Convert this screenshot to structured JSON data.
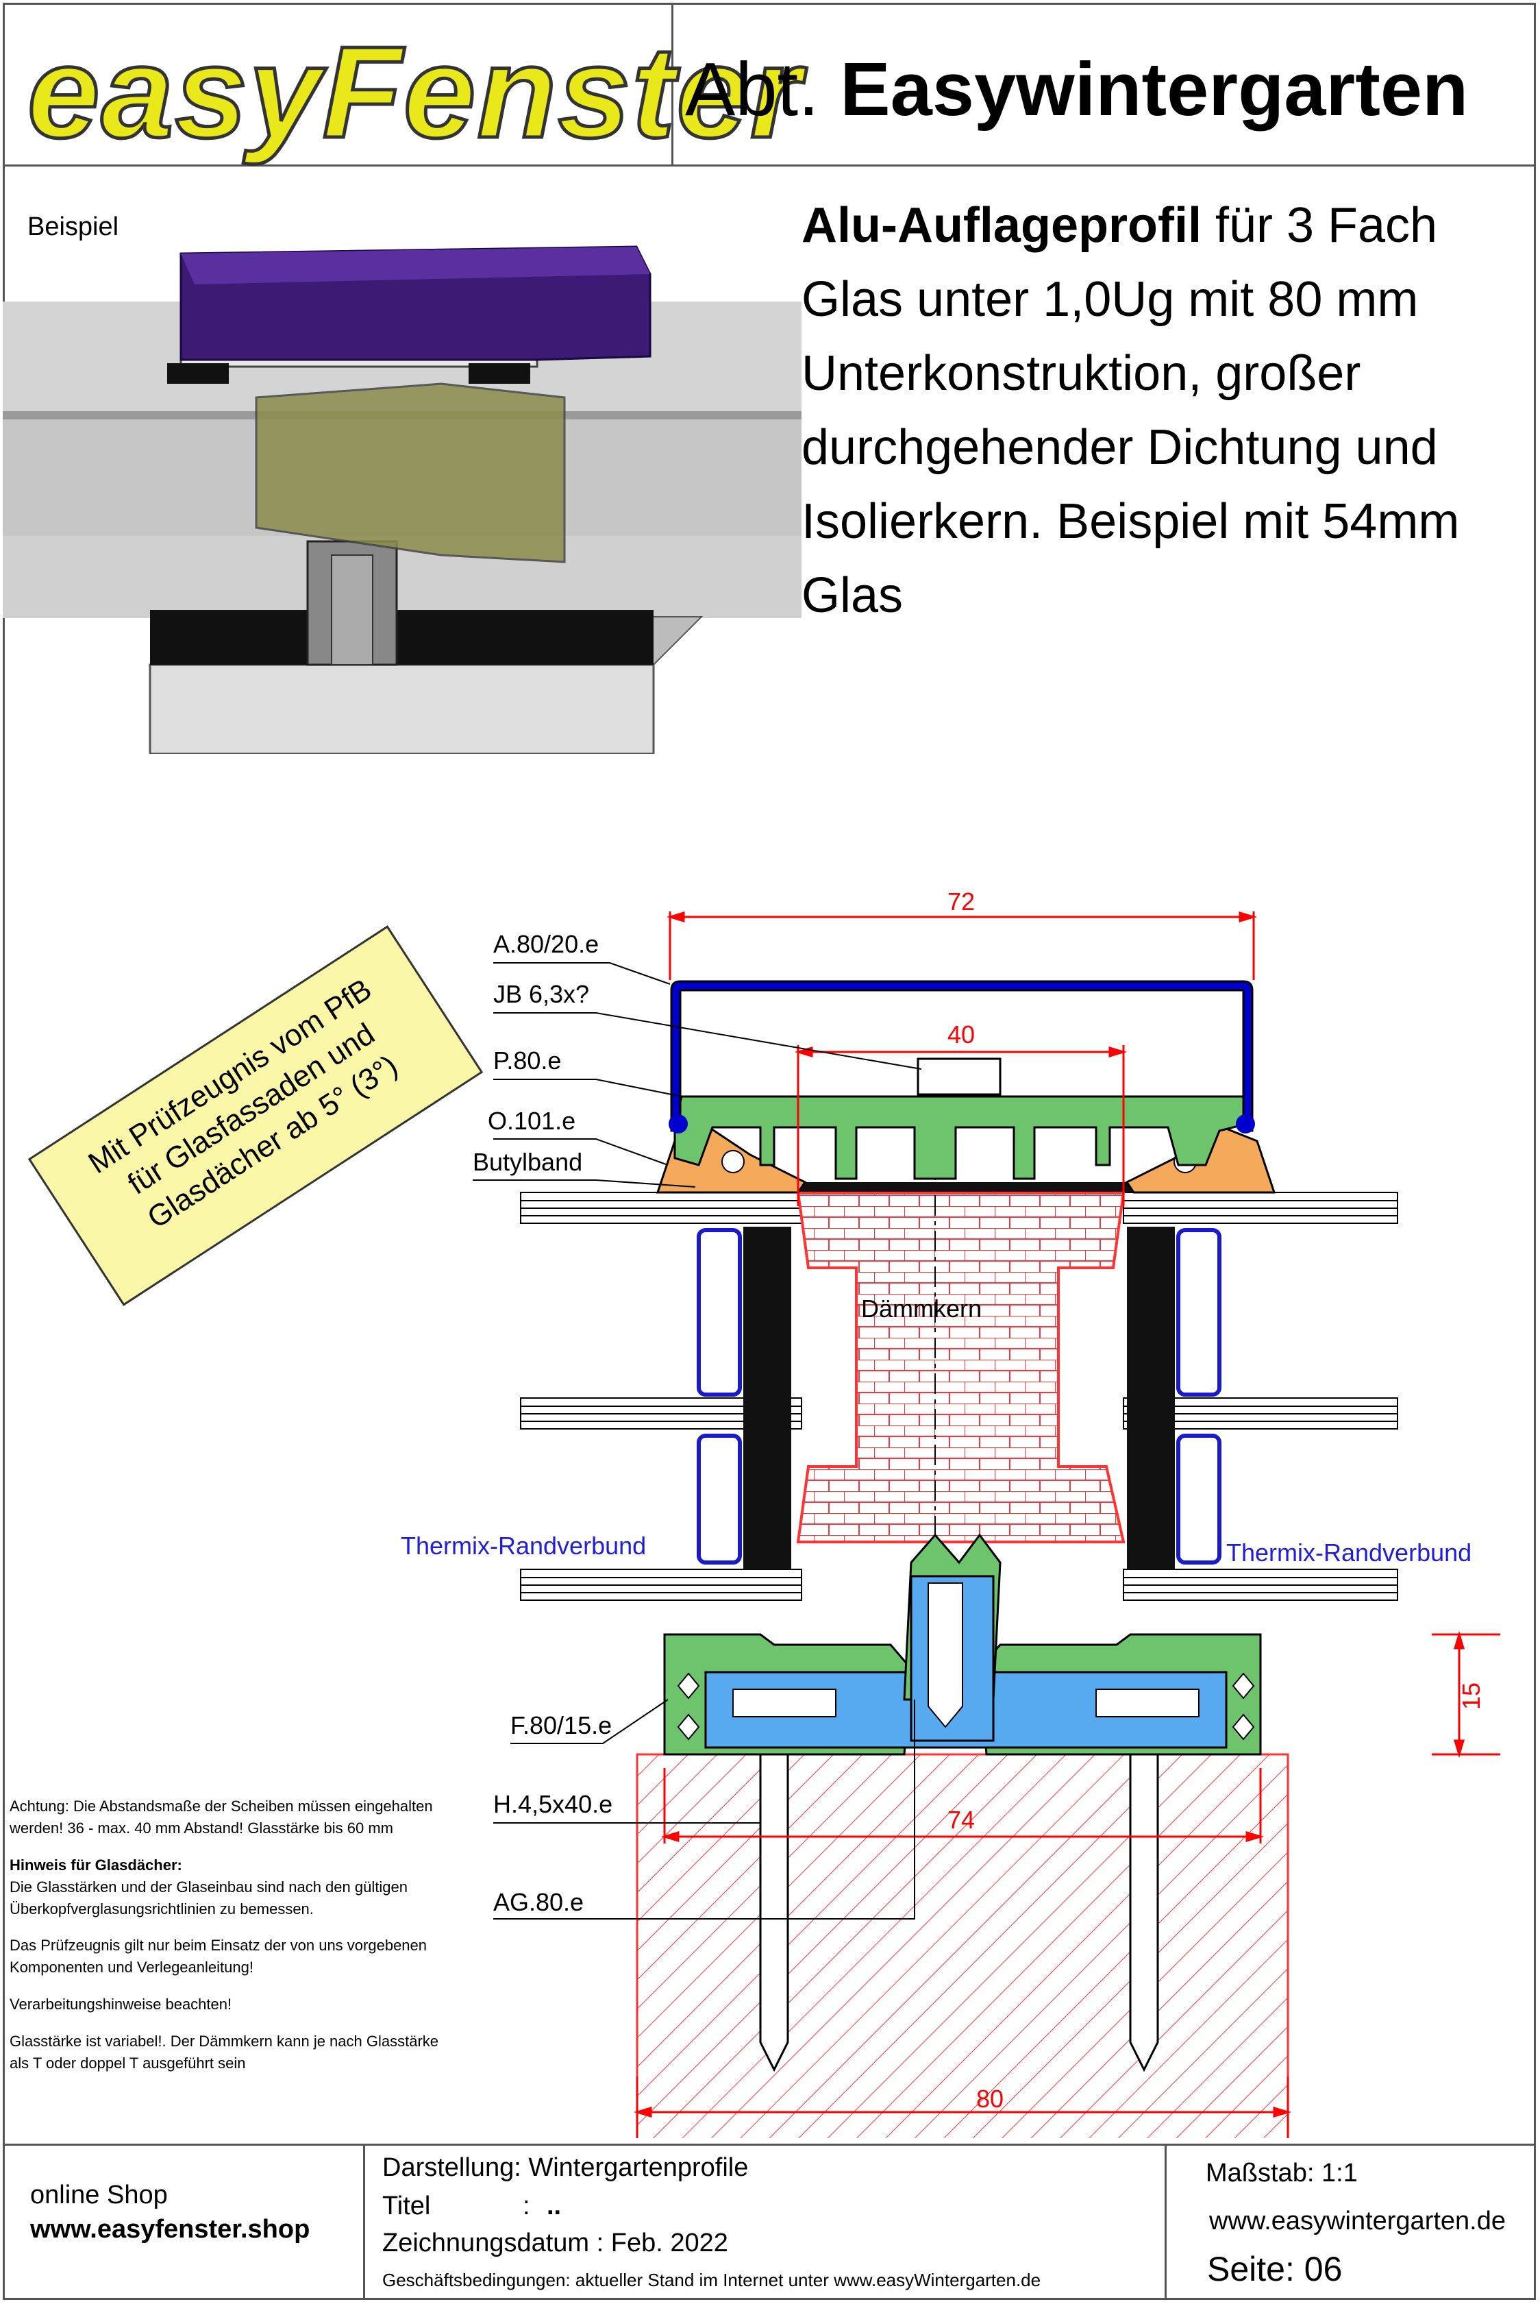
{
  "header": {
    "logo_text": "easyFenster",
    "dept_prefix": "Abt.",
    "dept_name": "Easywintergarten"
  },
  "example": {
    "label": "Beispiel"
  },
  "description": {
    "bold_part": "Alu-Auflageprofil",
    "rest": " für 3 Fach Glas unter 1,0Ug mit 80 mm Unterkonstruktion, großer durchgehender Dichtung und Isolierkern. Beispiel mit 54mm Glas"
  },
  "stamp": {
    "line1": "Mit Prüfzeugnis vom PfB",
    "line2": "für Glasfassaden und",
    "line3": "Glasdächer ab 5° (3°)"
  },
  "drawing": {
    "dims": {
      "top_width": "72",
      "inner_width": "40",
      "bottom_width": "74",
      "base_width": "80",
      "height": "15"
    },
    "labels": {
      "cover": "A.80/20.e",
      "screw": "JB 6,3x?",
      "press": "P.80.e",
      "gasket": "O.101.e",
      "tape": "Butylband",
      "core": "Dämmkern",
      "spacer_left": "Thermix-Randverbund",
      "spacer_right": "Thermix-Randverbund",
      "base_profile": "F.80/15.e",
      "bolt": "H.4,5x40.e",
      "adapter": "AG.80.e"
    },
    "colors": {
      "cover": "#0000cc",
      "press": "#6dc46d",
      "gasket": "#f5a95a",
      "core": "#ff3333",
      "base_inner": "#58aaf0",
      "dimension": "#ff0000",
      "label_blue": "#1f1fd9"
    }
  },
  "notes": {
    "warning": "Achtung: Die Abstandsmaße der Scheiben müssen eingehalten werden!  36 - max. 40 mm Abstand! Glasstärke bis 60 mm",
    "roof_heading": "Hinweis für Glasdächer:",
    "roof_text": "Die Glasstärken und der Glaseinbau sind nach den gültigen Überkopfverglasungsrichtlinien zu bemessen.",
    "certificate": "Das Prüfzeugnis gilt nur beim Einsatz der von uns vorgebenen Komponenten und Verlegeanleitung!",
    "processing": "Verarbeitungshinweise beachten!",
    "glass": "Glasstärke ist variabel!. Der Dämmkern kann je nach Glasstärke als T oder doppel T ausgeführt sein"
  },
  "footer": {
    "shop_label": "online Shop",
    "shop_url": "www.easyfenster.shop",
    "darstellung": "Darstellung: Wintergartenprofile",
    "titel_label": "Titel",
    "titel_sep": ":",
    "titel_value": "..",
    "datum": "Zeichnungsdatum : Feb. 2022",
    "terms": "Geschäftsbedingungen: aktueller Stand im Internet  unter www.easyWintergarten.de",
    "scale": "Maßstab: 1:1",
    "site_url": "www.easywintergarten.de",
    "page_label": "Seite:",
    "page_number": "06"
  }
}
